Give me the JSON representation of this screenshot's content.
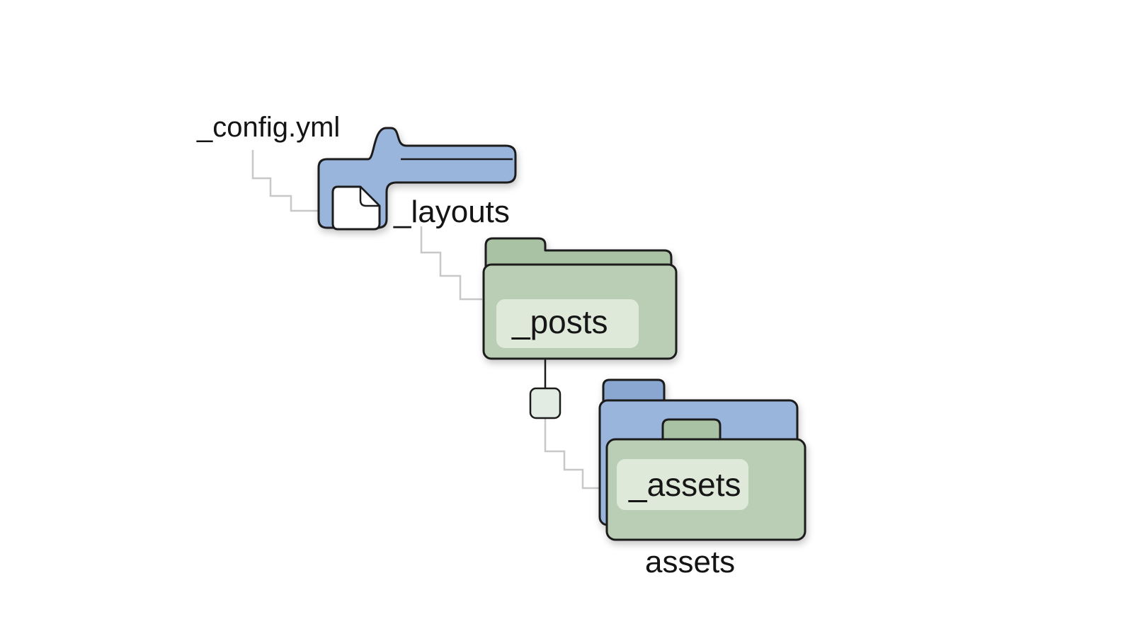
{
  "diagram": {
    "nodes": {
      "config_file": {
        "label": "_config.yml"
      },
      "layouts_folder": {
        "label": "_layouts"
      },
      "posts_folder": {
        "label": "_posts"
      },
      "assets_folder": {
        "label": "_assets"
      },
      "assets_caption": {
        "label": "assets"
      }
    },
    "colors": {
      "background": "#ffffff",
      "folder_blue": "#9ab5db",
      "folder_blue_dark": "#8aa7d2",
      "folder_green": "#b9ceb5",
      "folder_green_dark": "#a9c2a4",
      "label_plate_green": "#dfe9da",
      "node_square": "#e2ece3",
      "document_fill": "#ffffff",
      "outline": "#1c1c1c",
      "connector": "#c8c8c8"
    }
  }
}
